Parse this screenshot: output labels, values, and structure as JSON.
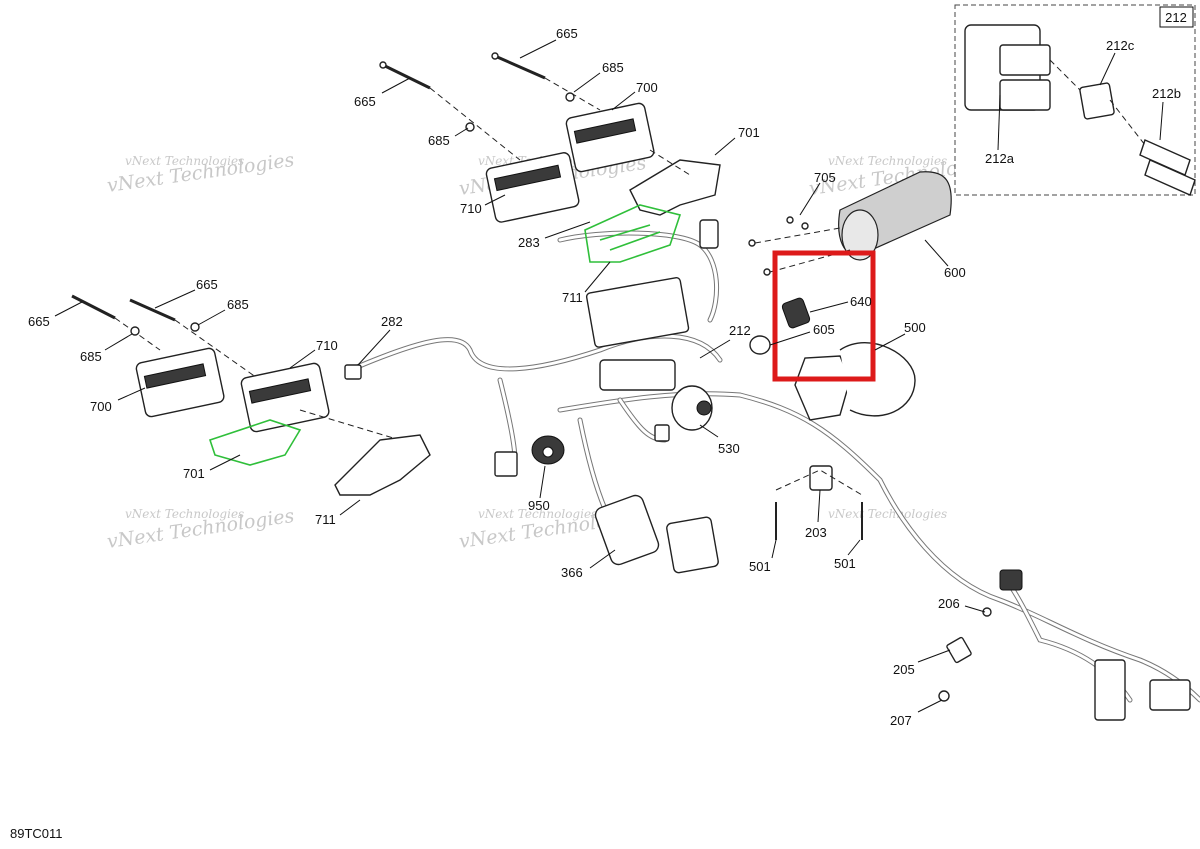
{
  "diagram_code": "89TC011",
  "inset_label": "212",
  "watermark": "vNext Technologies",
  "highlight_color": "#dd1a1a",
  "accent_color": "#2fbf3a",
  "callouts": [
    {
      "id": "665",
      "name": "callout-665-upper-right"
    },
    {
      "id": "665",
      "name": "callout-665-upper-left"
    },
    {
      "id": "685",
      "name": "callout-685-upper-right"
    },
    {
      "id": "685",
      "name": "callout-685-upper-left"
    },
    {
      "id": "700",
      "name": "callout-700-upper"
    },
    {
      "id": "701",
      "name": "callout-701-upper"
    },
    {
      "id": "710",
      "name": "callout-710-upper"
    },
    {
      "id": "283",
      "name": "callout-283"
    },
    {
      "id": "711",
      "name": "callout-711-upper"
    },
    {
      "id": "665",
      "name": "callout-665-left-a"
    },
    {
      "id": "665",
      "name": "callout-665-left-b"
    },
    {
      "id": "685",
      "name": "callout-685-left-a"
    },
    {
      "id": "685",
      "name": "callout-685-left-b"
    },
    {
      "id": "700",
      "name": "callout-700-left"
    },
    {
      "id": "710",
      "name": "callout-710-left"
    },
    {
      "id": "701",
      "name": "callout-701-left"
    },
    {
      "id": "711",
      "name": "callout-711-left"
    },
    {
      "id": "282",
      "name": "callout-282"
    },
    {
      "id": "212",
      "name": "callout-212"
    },
    {
      "id": "705",
      "name": "callout-705"
    },
    {
      "id": "600",
      "name": "callout-600"
    },
    {
      "id": "640",
      "name": "callout-640"
    },
    {
      "id": "605",
      "name": "callout-605"
    },
    {
      "id": "500",
      "name": "callout-500"
    },
    {
      "id": "530",
      "name": "callout-530"
    },
    {
      "id": "950",
      "name": "callout-950"
    },
    {
      "id": "366",
      "name": "callout-366"
    },
    {
      "id": "203",
      "name": "callout-203"
    },
    {
      "id": "501",
      "name": "callout-501-a"
    },
    {
      "id": "501",
      "name": "callout-501-b"
    },
    {
      "id": "206",
      "name": "callout-206"
    },
    {
      "id": "205",
      "name": "callout-205"
    },
    {
      "id": "207",
      "name": "callout-207"
    },
    {
      "id": "212a",
      "name": "callout-212a"
    },
    {
      "id": "212b",
      "name": "callout-212b"
    },
    {
      "id": "212c",
      "name": "callout-212c"
    }
  ]
}
